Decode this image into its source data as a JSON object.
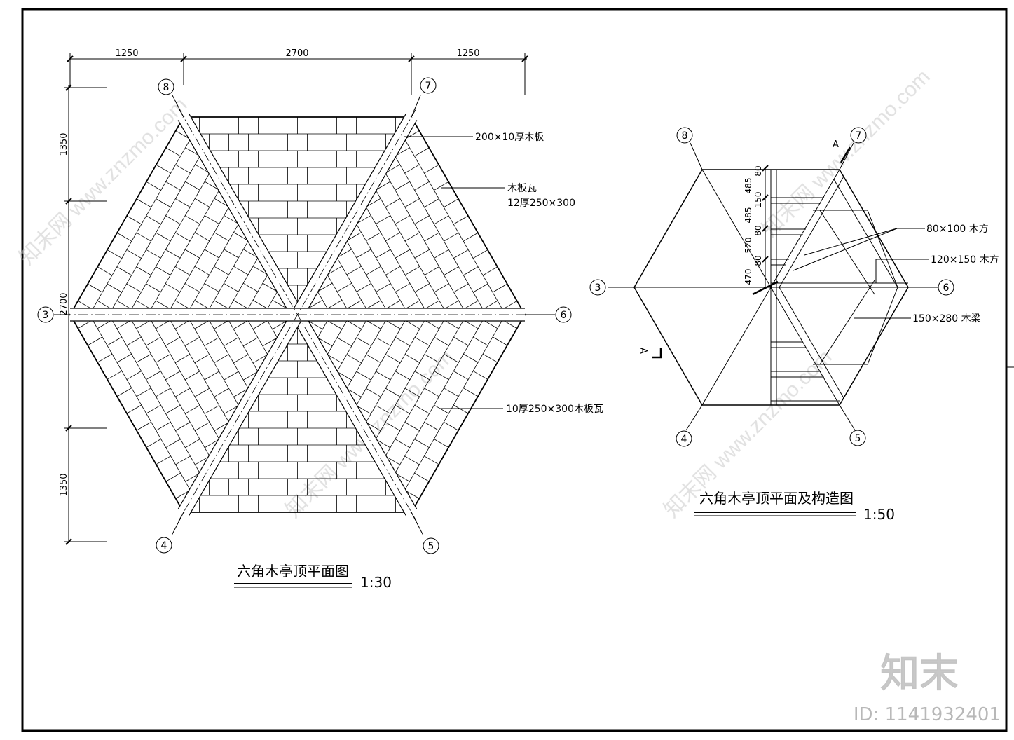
{
  "plan_left": {
    "title": "六角木亭顶平面图",
    "scale": "1:30",
    "dims_top": [
      "1250",
      "2700",
      "1250"
    ],
    "dims_left": [
      "1350",
      "2700",
      "1350"
    ],
    "axes": [
      "8",
      "7",
      "3",
      "6",
      "4",
      "5"
    ],
    "notes": [
      "200×10厚木板",
      "木板瓦",
      "12厚250×300",
      "10厚250×300木板瓦"
    ]
  },
  "plan_right": {
    "title": "六角木亭顶平面及构造图",
    "scale": "1:50",
    "axes": [
      "8",
      "7",
      "3",
      "6",
      "4",
      "5"
    ],
    "section_marks": [
      "A",
      "A"
    ],
    "vertical_dims": [
      "80",
      "485",
      "150",
      "485",
      "80",
      "520",
      "80",
      "470"
    ],
    "notes": [
      "80×100 木方",
      "120×150 木方",
      "150×280 木梁"
    ]
  },
  "brand": {
    "logo": "知末",
    "id": "ID: 1141932401",
    "watermark": "知末网 www.znzmo.com"
  }
}
